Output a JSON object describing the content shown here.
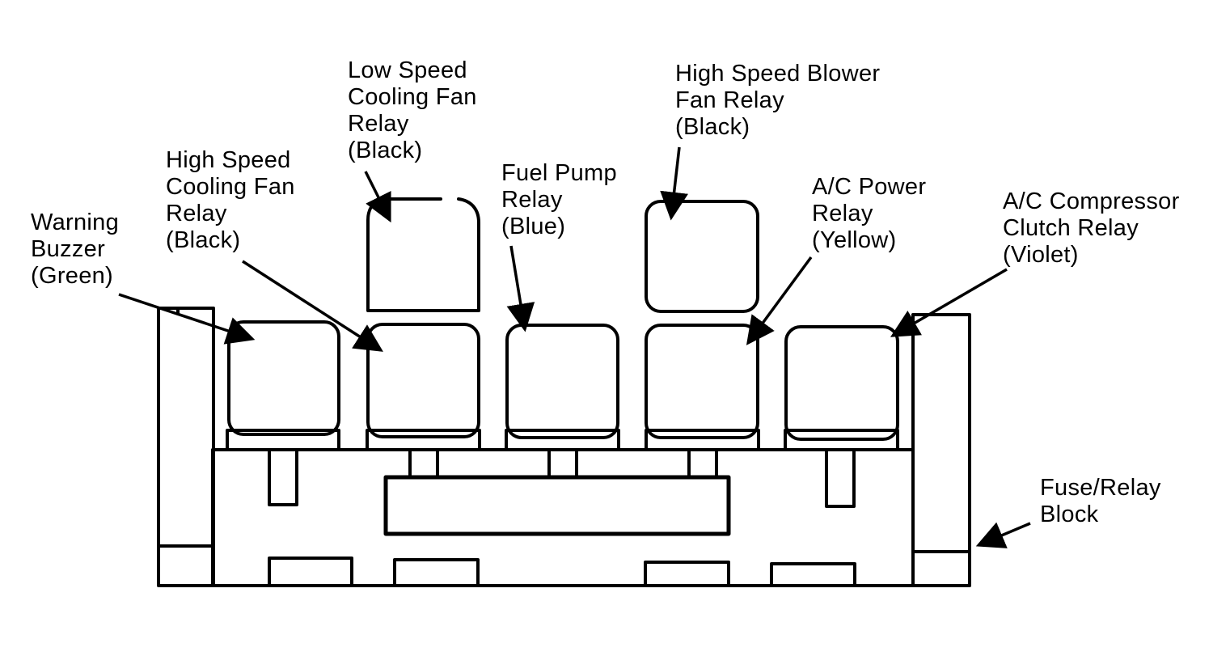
{
  "colors": {
    "ink": "#000000",
    "paper": "#ffffff"
  },
  "labels": {
    "warning_buzzer": [
      "Warning",
      "Buzzer",
      "(Green)"
    ],
    "high_speed_cooling_fan_relay": [
      "High Speed",
      "Cooling Fan",
      "Relay",
      "(Black)"
    ],
    "low_speed_cooling_fan_relay": [
      "Low Speed",
      "Cooling Fan",
      "Relay",
      "(Black)"
    ],
    "fuel_pump_relay": [
      "Fuel Pump",
      "Relay",
      "(Blue)"
    ],
    "high_speed_blower_fan_relay": [
      "High Speed Blower",
      "Fan Relay",
      "(Black)"
    ],
    "ac_power_relay": [
      "A/C Power",
      "Relay",
      "(Yellow)"
    ],
    "ac_compressor_clutch_relay": [
      "A/C Compressor",
      "Clutch Relay",
      "(Violet)"
    ],
    "fuse_relay_block": [
      "Fuse/Relay",
      "Block"
    ]
  }
}
